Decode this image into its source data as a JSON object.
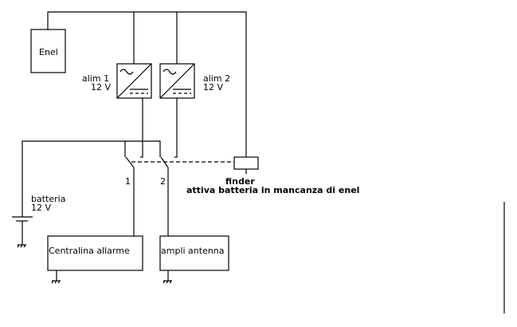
{
  "labels": {
    "enel": "Enel",
    "alim1_name": "alim 1",
    "alim1_voltage": "12 V",
    "alim2_name": "alim 2",
    "alim2_voltage": "12 V",
    "switch1": "1",
    "switch2": "2",
    "finder_name": "finder",
    "finder_desc": "attiva batteria in mancanza di enel",
    "battery_name": "batteria",
    "battery_voltage": "12 V",
    "load1": "Centralina allarme",
    "load2": "ampli antenna"
  },
  "colors": {
    "line": "#000000",
    "background": "#ffffff"
  }
}
